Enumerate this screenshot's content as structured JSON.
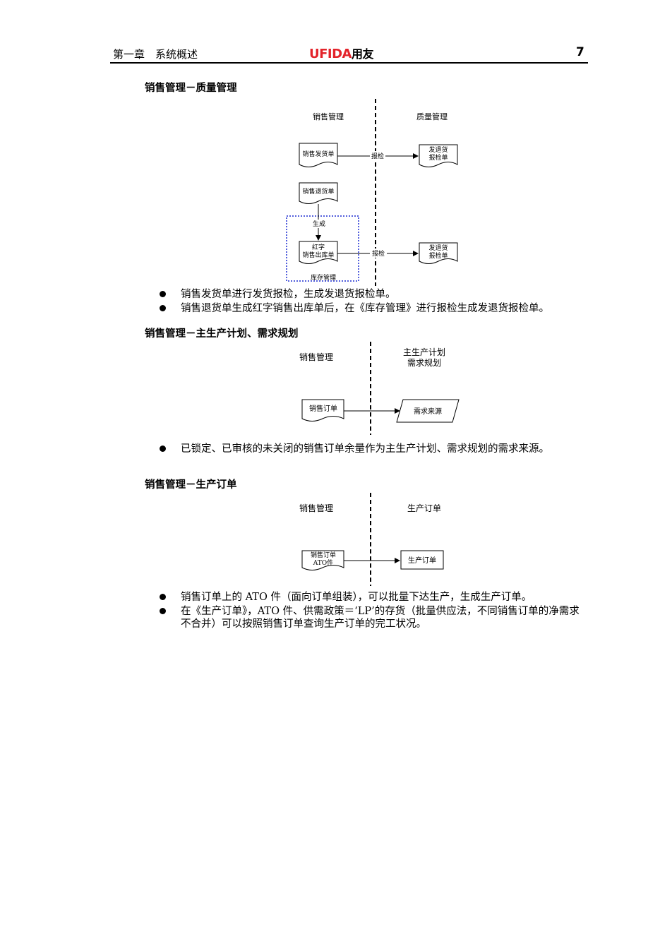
{
  "header": {
    "chapter": "第一章　系统概述",
    "logo_brand": "UFIDA",
    "logo_cn": "用友",
    "page_number": "7"
  },
  "section1": {
    "heading": "销售管理－质量管理",
    "diagram": {
      "left_title": "销售管理",
      "right_title": "质量管理",
      "doc_sales_delivery": "销售发货单",
      "label_inspect_1": "报检",
      "doc_inspect_1_line1": "发退货",
      "doc_inspect_1_line2": "报检单",
      "doc_sales_return": "销售退货单",
      "label_generate": "生成",
      "doc_red_line1": "红字",
      "doc_red_line2": "销售出库单",
      "label_inspect_2": "报检",
      "doc_inspect_2_line1": "发退货",
      "doc_inspect_2_line2": "报检单",
      "box_inventory": "库存管理"
    },
    "bullets": [
      "销售发货单进行发货报检，生成发退货报检单。",
      "销售退货单生成红字销售出库单后，在《库存管理》进行报检生成发退货报检单。"
    ]
  },
  "section2": {
    "heading": "销售管理－主生产计划、需求规划",
    "diagram": {
      "left_title": "销售管理",
      "right_title_line1": "主生产计划",
      "right_title_line2": "需求规划",
      "doc_sales_order": "销售订单",
      "io_demand_source": "需求来源"
    },
    "bullets": [
      "已锁定、已审核的未关闭的销售订单余量作为主生产计划、需求规划的需求来源。"
    ]
  },
  "section3": {
    "heading": "销售管理－生产订单",
    "diagram": {
      "left_title": "销售管理",
      "right_title": "生产订单",
      "doc_line1": "销售订单",
      "doc_line2": "ATO件",
      "box_production_order": "生产订单"
    },
    "bullets": [
      "销售订单上的 ATO 件（面向订单组装），可以批量下达生产，生成生产订单。",
      "在《生产订单》，ATO 件、供需政策＝‘LP’的存货（批量供应法，不同销售订单的净需求不合并）可以按照销售订单查询生产订单的完工状况。"
    ]
  }
}
